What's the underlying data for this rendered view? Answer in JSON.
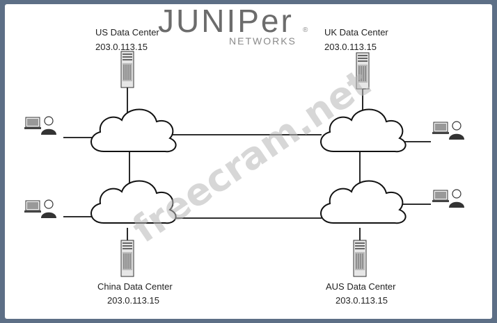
{
  "logo": {
    "brand": "JUNIPer",
    "sub": "NETWORKS",
    "mark": "®"
  },
  "watermark": "freecram.net",
  "data_centers": {
    "us": {
      "name": "US Data Center",
      "ip": "203.0.113.15"
    },
    "uk": {
      "name": "UK Data Center",
      "ip": "203.0.113.15"
    },
    "china": {
      "name": "China Data Center",
      "ip": "203.0.113.15"
    },
    "aus": {
      "name": "AUS Data Center",
      "ip": "203.0.113.15"
    }
  },
  "colors": {
    "background": "#5d6f86",
    "canvas": "#ffffff",
    "line": "#111111",
    "server_fill": "#d9d9d9"
  }
}
